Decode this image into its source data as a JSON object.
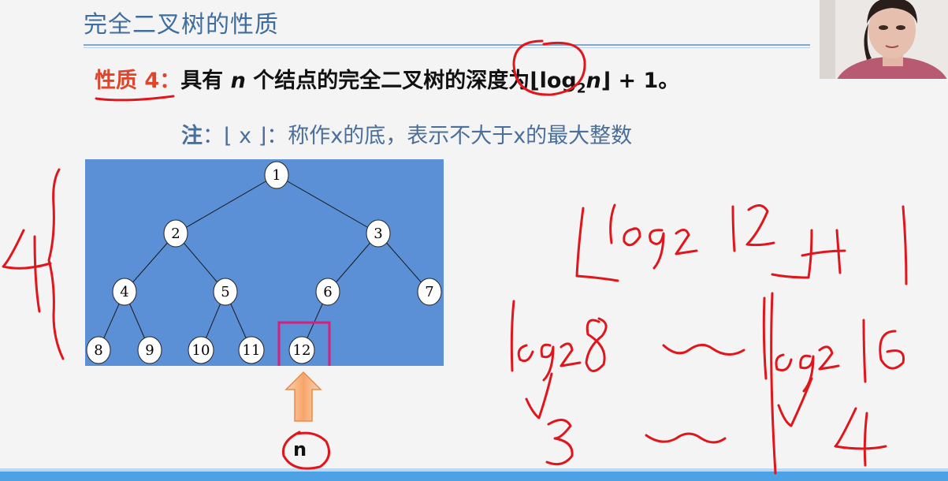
{
  "slide": {
    "title": "完全二叉树的性质",
    "property": {
      "label": "性质 4",
      "sep": "：",
      "text_pre": "具有 ",
      "var_n": "n",
      "text_post": " 个结点的完全二叉树的深度为",
      "formula_open": "⌊log",
      "formula_sub": "2",
      "formula_n": "n",
      "formula_close": "⌋ + 1。"
    },
    "note": {
      "label": "注",
      "text": "：⌊ x ⌋：称作x的底，表示不大于x的最大整数"
    },
    "n_label": "n"
  },
  "tree": {
    "nodes": [
      "1",
      "2",
      "3",
      "4",
      "5",
      "6",
      "7",
      "8",
      "9",
      "10",
      "11",
      "12"
    ],
    "highlighted": "12",
    "panel_color": "#5b8fd6",
    "highlight_color": "#d6217c",
    "arrow_color": "#f7b27c"
  },
  "annotations": {
    "ink_color": "#e0161d",
    "handwriting": [
      "4",
      "⌊log₂12⌋+1",
      "log₂8",
      "log₂16",
      "3",
      "4"
    ]
  },
  "colors": {
    "title": "#3f6d9e",
    "accent_red": "#e0452c",
    "note_blue": "#4a6f9a"
  }
}
